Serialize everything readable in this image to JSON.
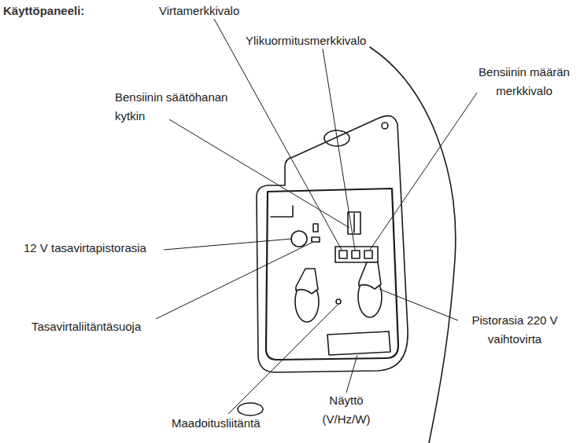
{
  "diagram": {
    "title": "Käyttöpaneeli:",
    "labels": [
      "Virtamerkkivalo",
      "Ylikuormitusmerkkivalo",
      "Bensiinin määrän merkkivalo",
      "Bensiinin säätöhanan kytkin",
      "12 V tasavirtapistorasia",
      "Tasavirtaliitäntäsuoja",
      "Pistorasia 220 V vaihtovirta",
      "Maadoitusliitäntä",
      "Näyttö (V/Hz/W)"
    ]
  }
}
